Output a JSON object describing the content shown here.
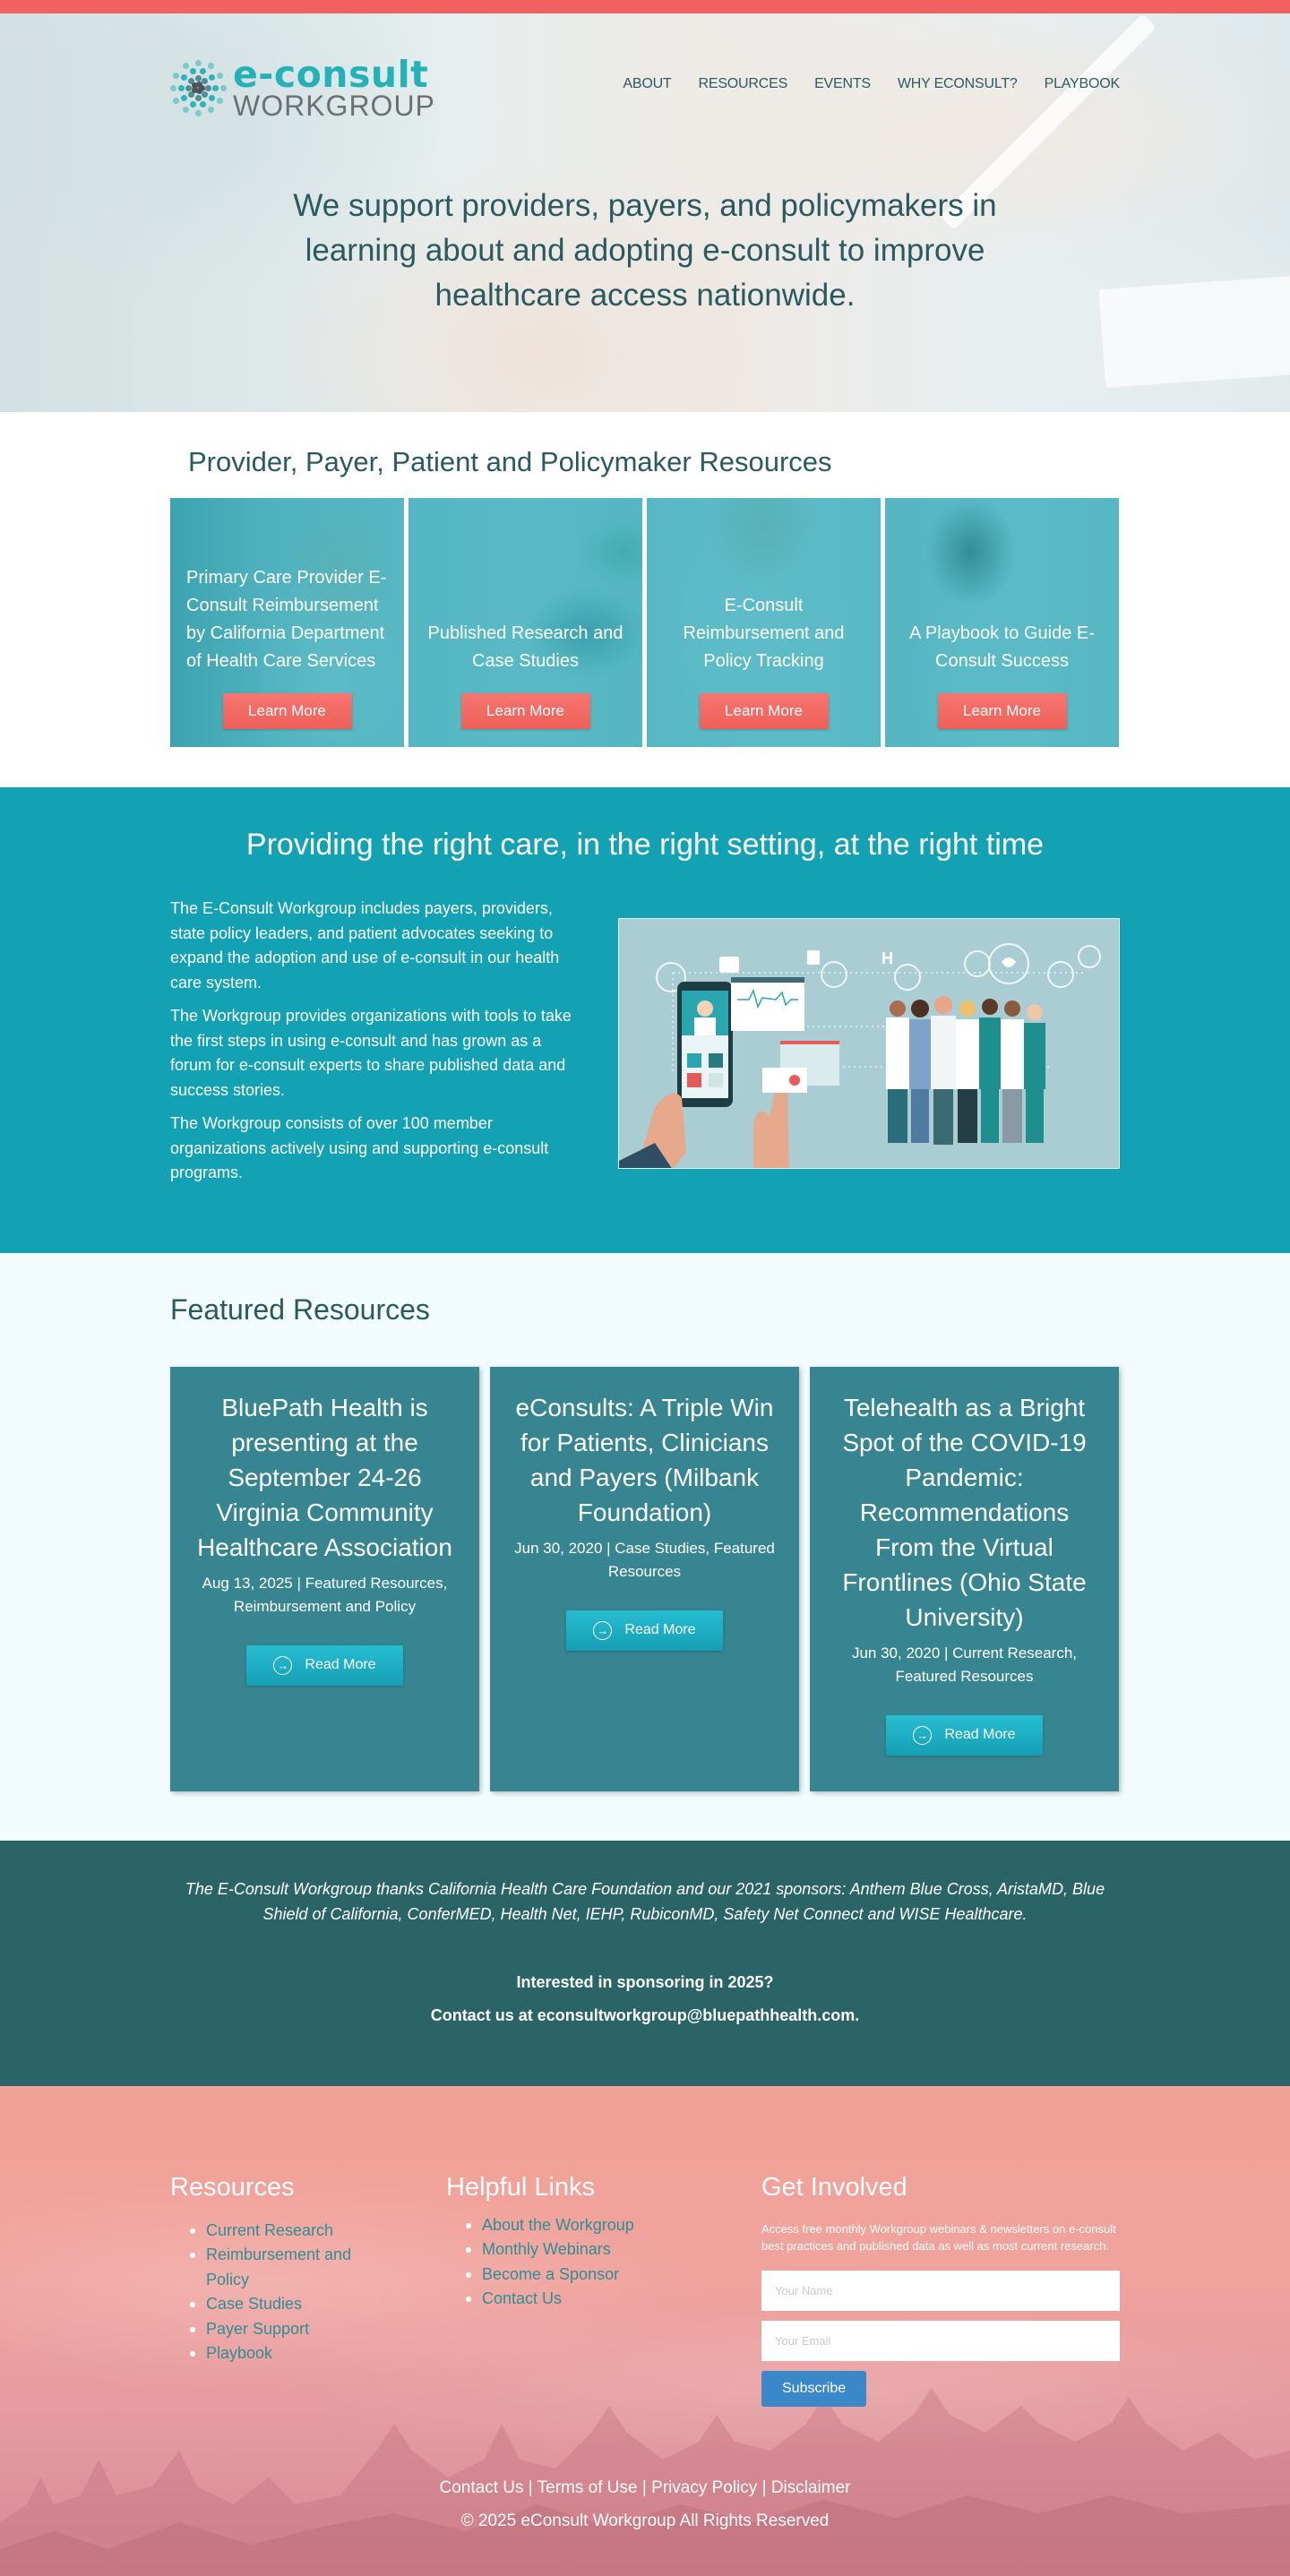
{
  "colors": {
    "top_bar": "#f2615f",
    "brand_teal": "#22b2b8",
    "section_teal": "#12a2b4",
    "card_teal": "#378590",
    "sponsor_bg": "#2b6467",
    "coral_button": "#ef5f5a",
    "subscribe_blue": "#3b88c8",
    "featured_bg": "#f2fcfe"
  },
  "header": {
    "logo": {
      "line1": "e-consult",
      "line2": "WORKGROUP"
    },
    "nav": [
      {
        "label": "ABOUT"
      },
      {
        "label": "RESOURCES"
      },
      {
        "label": "EVENTS"
      },
      {
        "label": "WHY ECONSULT?"
      },
      {
        "label": "PLAYBOOK"
      }
    ]
  },
  "hero": {
    "tagline": "We support providers, payers, and policymakers in learning about and adopting e-consult to improve healthcare access nationwide."
  },
  "resources": {
    "heading": "Provider, Payer, Patient and Policymaker Resources",
    "cards": [
      {
        "title": "Primary Care Provider E-Consult Reimbursement by California Department of Health Care Services",
        "button": "Learn More"
      },
      {
        "title": "Published Research and Case Studies",
        "button": "Learn More"
      },
      {
        "title": "E-Consult Reimbursement and Policy Tracking",
        "button": "Learn More"
      },
      {
        "title": "A Playbook to Guide E-Consult Success",
        "button": "Learn More"
      }
    ]
  },
  "right_care": {
    "heading": "Providing the right care, in the right setting, at the right time",
    "paragraphs": [
      "The E-Consult Workgroup includes payers, providers, state policy leaders, and patient advocates seeking to expand the adoption and use of e-consult in our health care system.",
      "The Workgroup provides organizations with tools to take the first steps in using e-consult and has grown as a forum for e-consult experts to share published data and success stories.",
      "The Workgroup consists of over 100 member organizations actively using and supporting e-consult programs."
    ]
  },
  "featured": {
    "heading": "Featured Resources",
    "cards": [
      {
        "title": "BluePath Health is presenting at the September 24-26 Virginia Community Healthcare Association",
        "meta": "Aug 13, 2025 | Featured Resources, Reimbursement and Policy",
        "button": "Read More"
      },
      {
        "title": "eConsults: A Triple Win for Patients, Clinicians and Payers (Milbank Foundation)",
        "meta": "Jun 30, 2020 | Case Studies, Featured Resources",
        "button": "Read More"
      },
      {
        "title": "Telehealth as a Bright Spot of the COVID-19 Pandemic: Recommendations From the Virtual Frontlines (Ohio State University)",
        "meta": "Jun 30, 2020 | Current Research, Featured Resources",
        "button": "Read More"
      }
    ]
  },
  "sponsors": {
    "thanks": "The E-Consult Workgroup thanks California Health Care Foundation and our 2021 sponsors: Anthem Blue Cross, AristaMD, Blue Shield of California, ConferMED, Health Net, IEHP, RubiconMD, Safety Net Connect and WISE Healthcare.",
    "ask_line1": "Interested in sponsoring in 2025?",
    "ask_line2": "Contact us at econsultworkgroup@bluepathhealth.com."
  },
  "footer": {
    "resources": {
      "heading": "Resources",
      "links": [
        "Current Research",
        "Reimbursement and Policy",
        "Case Studies",
        "Payer Support",
        "Playbook"
      ]
    },
    "helpful": {
      "heading": "Helpful Links",
      "links": [
        "About the Workgroup",
        "Monthly Webinars",
        "Become a Sponsor",
        "Contact Us"
      ]
    },
    "get_involved": {
      "heading": "Get Involved",
      "description": "Access free monthly Workgroup webinars & newsletters on e-consult best practices and published data as well as most current research.",
      "name_placeholder": "Your Name",
      "email_placeholder": "Your Email",
      "subscribe": "Subscribe"
    },
    "bottom_links": [
      "Contact Us",
      "Terms of Use",
      "Privacy Policy",
      "Disclaimer"
    ],
    "separator": " | ",
    "copyright": "© 2025 eConsult Workgroup All Rights Reserved"
  }
}
